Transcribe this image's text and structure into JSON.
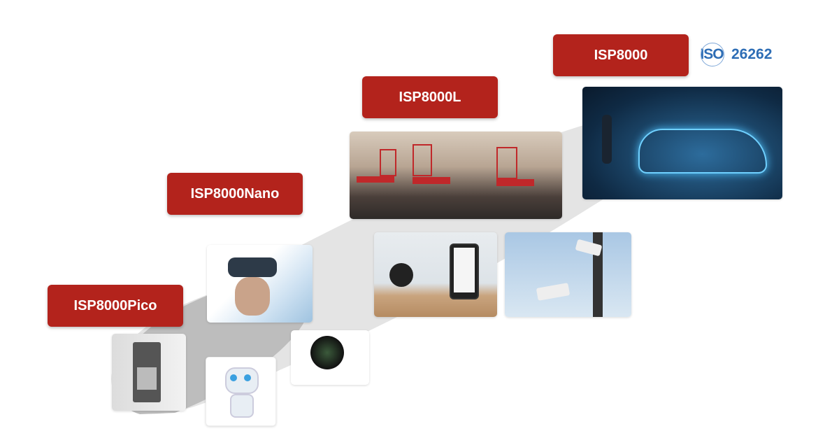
{
  "tiers": [
    {
      "label": "ISP8000Pico"
    },
    {
      "label": "ISP8000Nano"
    },
    {
      "label": "ISP8000L"
    },
    {
      "label": "ISP8000"
    }
  ],
  "certification": {
    "prefix": "ISO",
    "number": "26262"
  },
  "images": [
    "doorbell",
    "robot",
    "camera-lens",
    "vr-headset",
    "home-camera-phone",
    "cctv-cameras",
    "crowd-face-detection",
    "automotive-car"
  ],
  "colors": {
    "label_bg": "#b3231c",
    "iso_blue": "#2d6db5",
    "swoosh_light": "#e4e4e4",
    "swoosh_dark": "#bdbdbd"
  }
}
